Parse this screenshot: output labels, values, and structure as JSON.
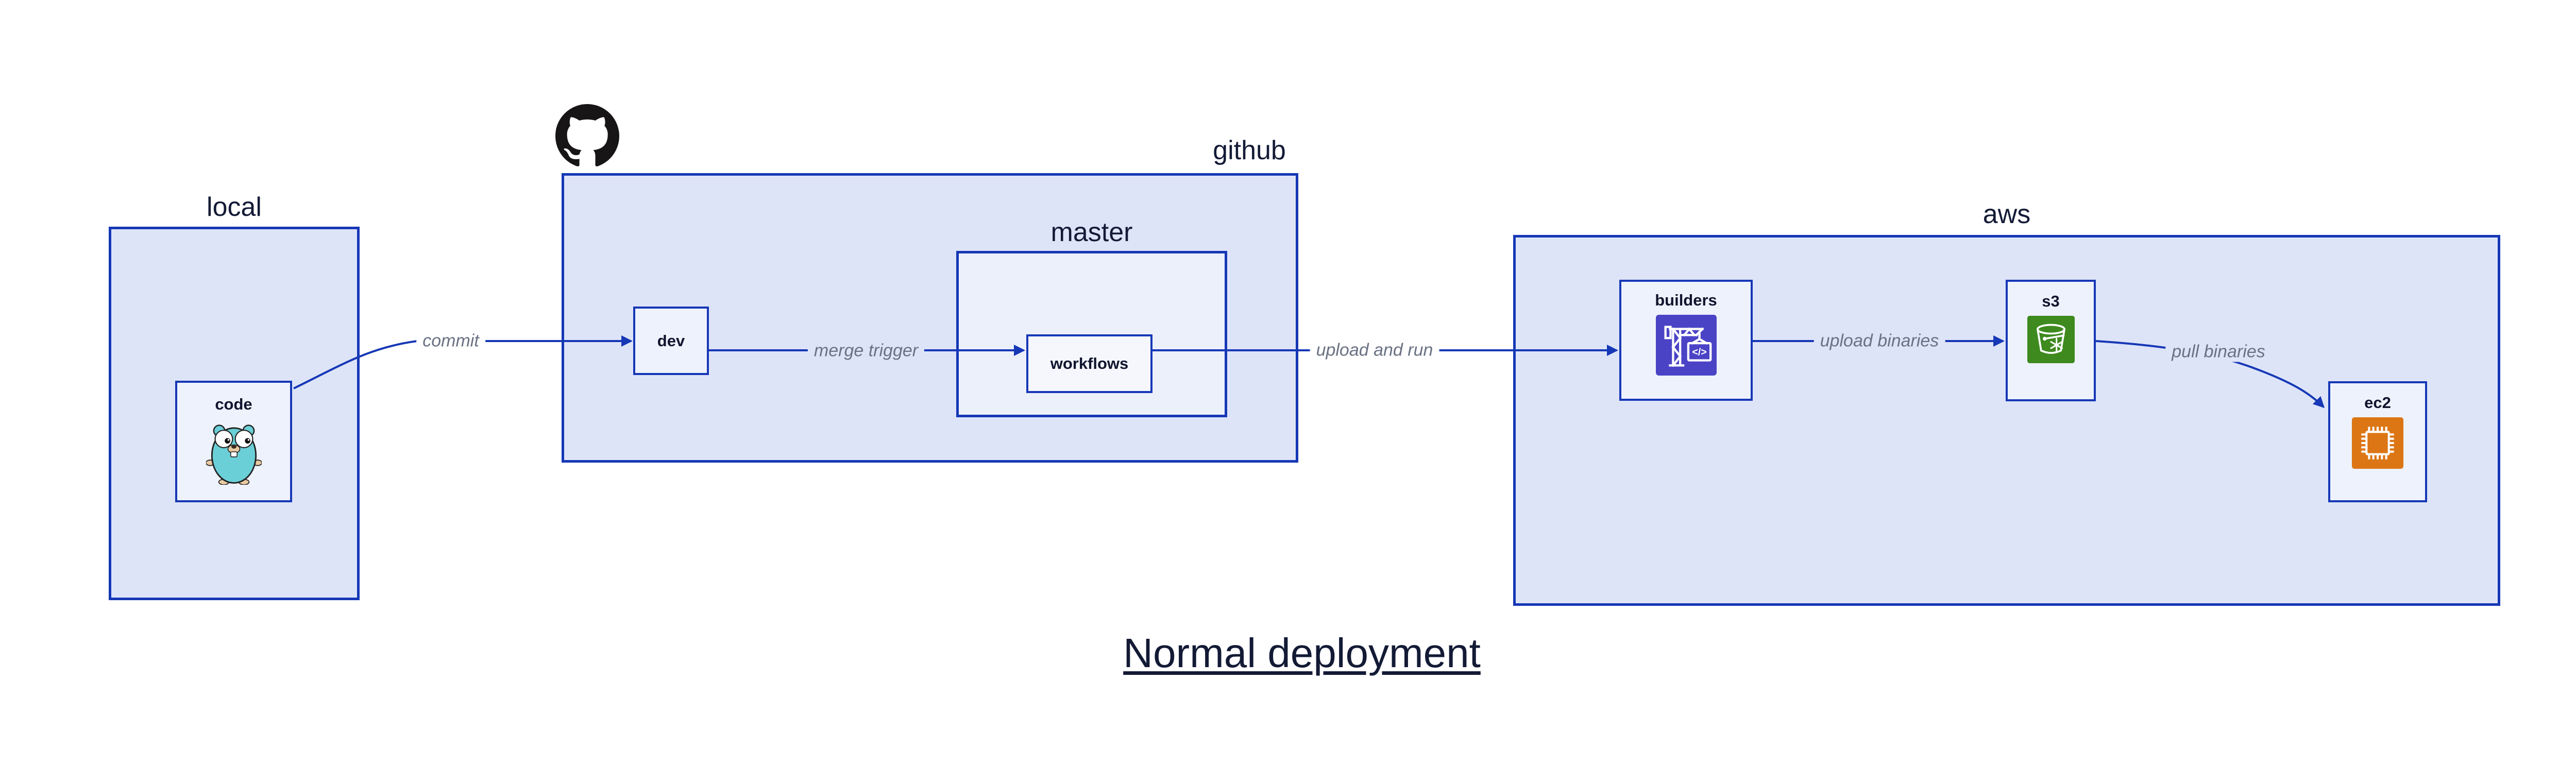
{
  "diagram": {
    "title": "Normal deployment",
    "clusters": [
      {
        "id": "local",
        "label": "local"
      },
      {
        "id": "github",
        "label": "github"
      },
      {
        "id": "master",
        "label": "master"
      },
      {
        "id": "aws",
        "label": "aws"
      }
    ],
    "nodes": [
      {
        "id": "code",
        "label": "code",
        "icon": "go-gopher-icon"
      },
      {
        "id": "dev",
        "label": "dev",
        "icon": null
      },
      {
        "id": "workflows",
        "label": "workflows",
        "icon": null
      },
      {
        "id": "builders",
        "label": "builders",
        "icon": "aws-codebuild-icon"
      },
      {
        "id": "s3",
        "label": "s3",
        "icon": "aws-s3-bucket-icon"
      },
      {
        "id": "ec2",
        "label": "ec2",
        "icon": "aws-ec2-chip-icon"
      }
    ],
    "edges": [
      {
        "from": "code",
        "to": "dev",
        "label": "commit"
      },
      {
        "from": "dev",
        "to": "workflows",
        "label": "merge trigger"
      },
      {
        "from": "workflows",
        "to": "builders",
        "label": "upload and run"
      },
      {
        "from": "builders",
        "to": "s3",
        "label": "upload binaries"
      },
      {
        "from": "s3",
        "to": "ec2",
        "label": "pull binaries"
      }
    ],
    "logos": [
      {
        "id": "github-logo",
        "name": "github-octocat-logo"
      }
    ],
    "colors": {
      "border_blue": "#1638b6",
      "cluster_fill": "#dee4f8",
      "master_fill": "#ecf0fb",
      "node_fill": "#eef2fc",
      "workflows_fill": "#f5f7fd",
      "label_navy": "#131a35",
      "edge_label_gray": "#6a7183",
      "codebuild_purple": "#4b43c6",
      "s3_green": "#3e8a1f",
      "ec2_orange": "#dc7615",
      "github_black": "#171515",
      "gopher_teal": "#6bcfd8"
    }
  }
}
